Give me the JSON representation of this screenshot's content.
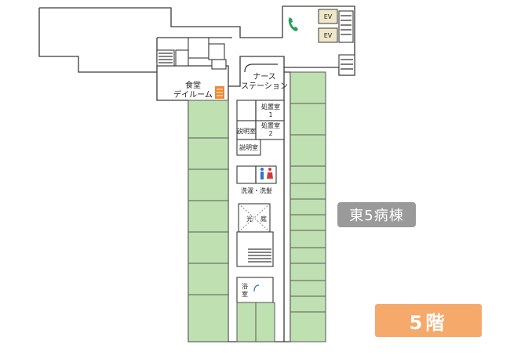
{
  "map": {
    "building_label": "東5病棟",
    "floor_label": "5階",
    "rooms": {
      "dining": [
        "食堂",
        "デイルーム"
      ],
      "nurse_station": [
        "ナース",
        "ステーション"
      ],
      "treatment_1": [
        "処置室",
        "1"
      ],
      "treatment_2": [
        "処置室",
        "2"
      ],
      "explain_1": "説明室",
      "explain_2": "説明室",
      "wash": "洗濯・洗髪",
      "courtyard": [
        "光",
        "庭"
      ],
      "bath": [
        "浴",
        "室"
      ],
      "elevator_1": "EV",
      "elevator_2": "EV"
    },
    "colors": {
      "ward": "#bfe0b0",
      "wall": "#3a3a3a",
      "badge_gray": "#9a9a9a",
      "badge_orange": "#f5a96b",
      "phone_green": "#2aa05a",
      "ev_fill": "#efe7c8",
      "male_icon": "#2b74c7",
      "female_icon": "#d23a3a",
      "vending_orange": "#f08a32"
    },
    "icons": [
      "phone-icon",
      "male-toilet-icon",
      "female-toilet-icon",
      "vending-machine-icon"
    ]
  }
}
